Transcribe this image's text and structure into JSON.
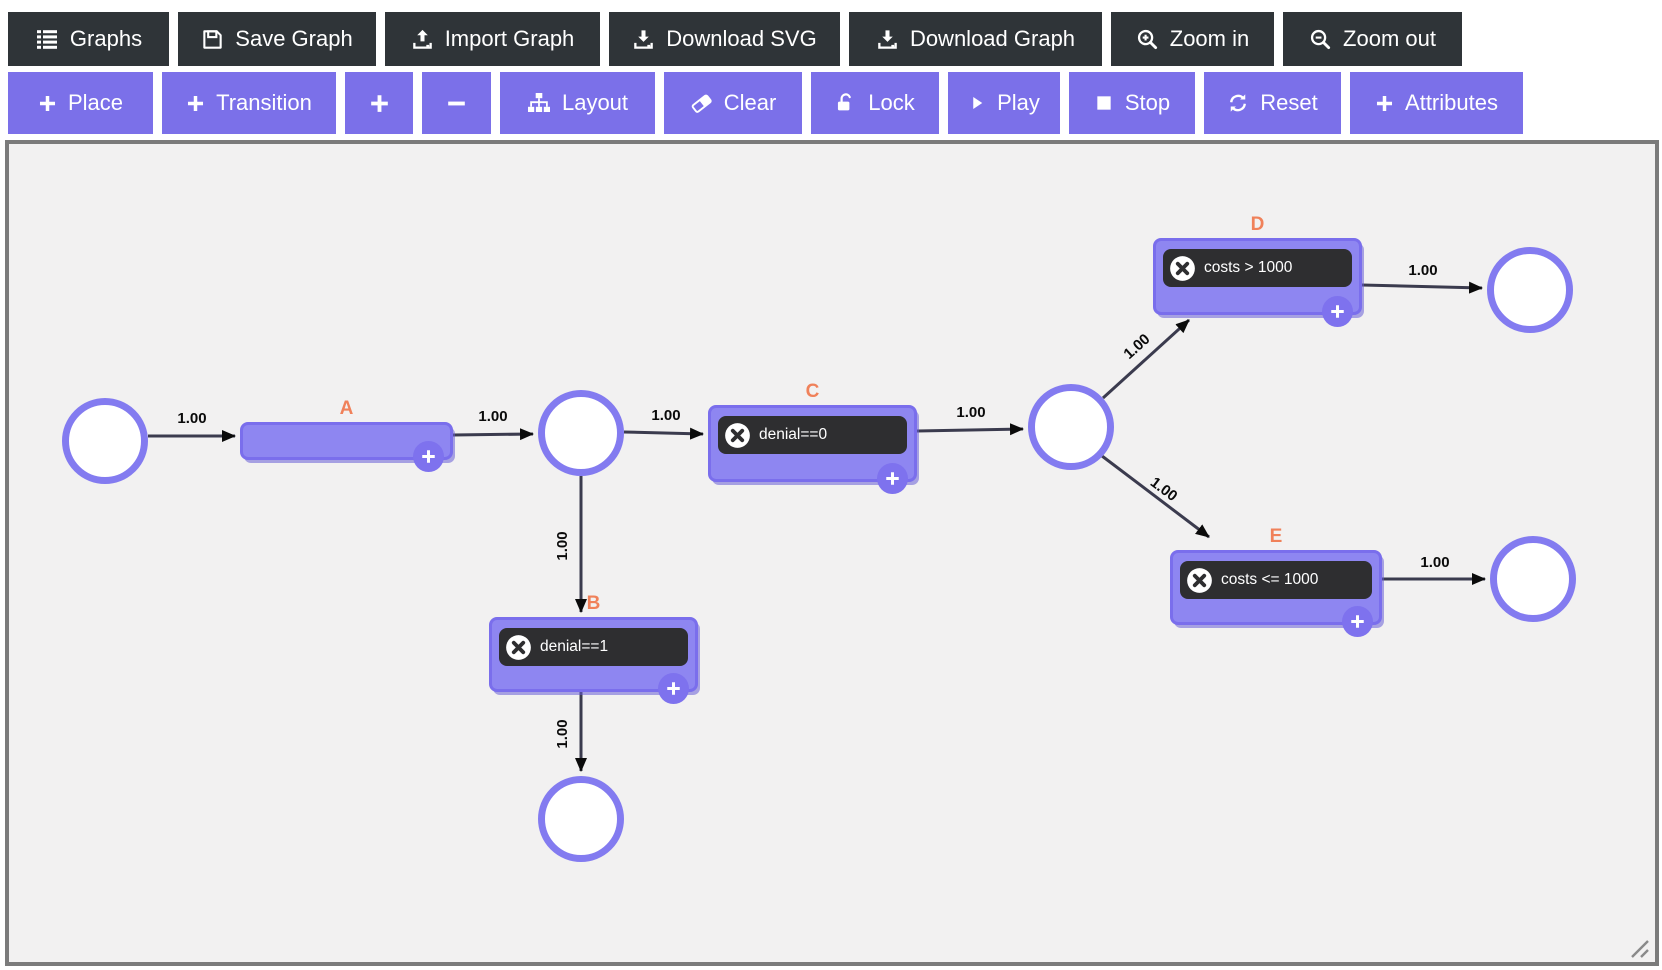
{
  "toolbar_top": {
    "buttons": [
      {
        "label": "Graphs"
      },
      {
        "label": "Save Graph"
      },
      {
        "label": "Import Graph"
      },
      {
        "label": "Download SVG"
      },
      {
        "label": "Download Graph"
      },
      {
        "label": "Zoom in"
      },
      {
        "label": "Zoom out"
      }
    ]
  },
  "toolbar_actions": {
    "buttons": [
      {
        "label": "Place"
      },
      {
        "label": "Transition"
      },
      {
        "label": "+"
      },
      {
        "label": "−"
      },
      {
        "label": "Layout"
      },
      {
        "label": "Clear"
      },
      {
        "label": "Lock"
      },
      {
        "label": "Play"
      },
      {
        "label": "Stop"
      },
      {
        "label": "Reset"
      },
      {
        "label": "Attributes"
      }
    ]
  },
  "graph": {
    "transitions": [
      {
        "name": "A",
        "guard": ""
      },
      {
        "name": "B",
        "guard": "denial==1"
      },
      {
        "name": "C",
        "guard": "denial==0"
      },
      {
        "name": "D",
        "guard": "costs > 1000"
      },
      {
        "name": "E",
        "guard": "costs <= 1000"
      }
    ],
    "places_count": 6,
    "edges": [
      {
        "weight": "1.00"
      },
      {
        "weight": "1.00"
      },
      {
        "weight": "1.00"
      },
      {
        "weight": "1.00"
      },
      {
        "weight": "1.00"
      },
      {
        "weight": "1.00"
      },
      {
        "weight": "1.00"
      },
      {
        "weight": "1.00"
      },
      {
        "weight": "1.00"
      },
      {
        "weight": "1.00"
      }
    ]
  },
  "colors": {
    "toolbar_dark": "#2f3438",
    "toolbar_purple": "#7b70e9",
    "transition_fill": "#8e86f1",
    "place_border": "#837bf0",
    "guard_box": "#2e2e30",
    "name_orange": "#f0815a",
    "canvas_bg": "#f2f1f1",
    "edge_line": "#3b3b4e"
  }
}
